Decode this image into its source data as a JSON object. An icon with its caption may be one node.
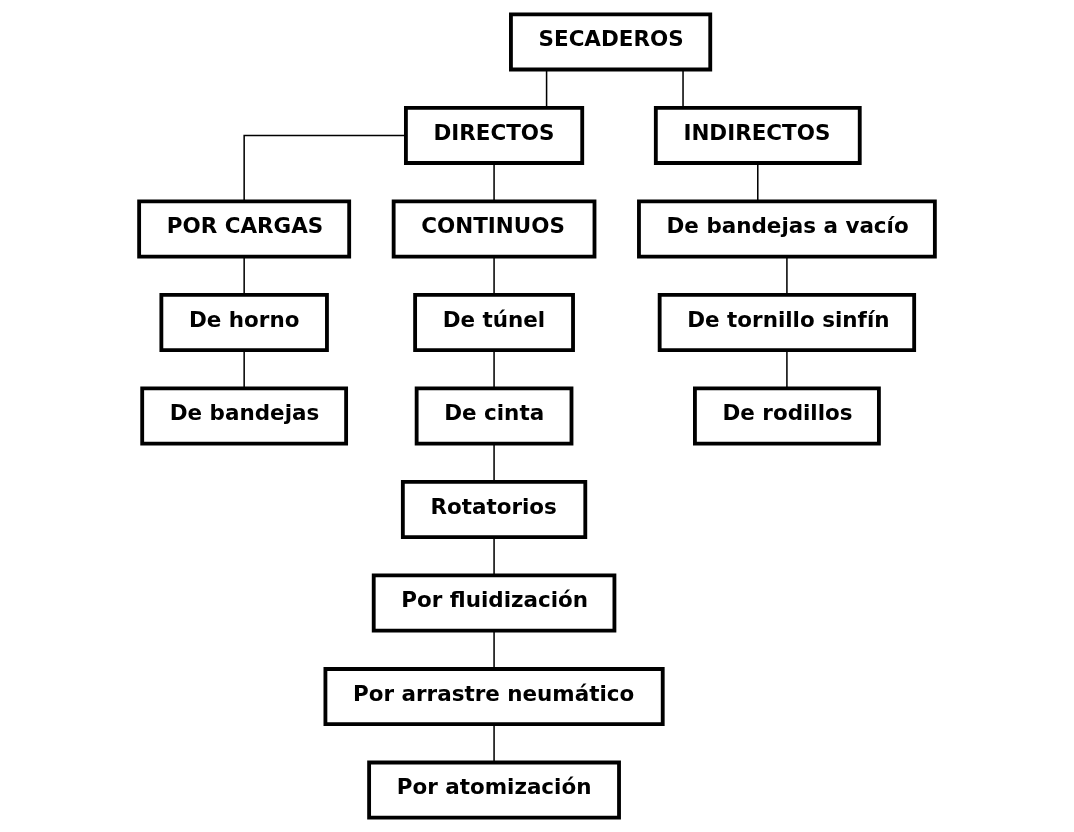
{
  "diagram": {
    "nodes": [
      {
        "text": [
          "SECADEROS"
        ]
      },
      {
        "text": [
          "DIRECTOS"
        ]
      },
      {
        "text": [
          "INDIRECTOS"
        ]
      },
      {
        "text": [
          "POR CARGAS"
        ]
      },
      {
        "text": [
          "CONTINUOS"
        ]
      },
      {
        "text": [
          "De horno"
        ]
      },
      {
        "text": [
          "De bandejas"
        ]
      },
      {
        "text": [
          "De túnel"
        ]
      },
      {
        "text": [
          "De cinta"
        ]
      },
      {
        "text": [
          "Rotatorios"
        ]
      },
      {
        "text": [
          "Por fluidización"
        ]
      },
      {
        "text": [
          "Por arrastre neumático"
        ]
      },
      {
        "text": [
          "Por atomización"
        ]
      },
      {
        "text": [
          "De bandejas a vacío"
        ]
      },
      {
        "text": [
          "De tornillo sinfín"
        ]
      },
      {
        "text": [
          "De rodillos"
        ]
      }
    ],
    "edges": [
      {
        "from": 0,
        "to": 1,
        "arrow": "none"
      },
      {
        "from": 0,
        "to": 2,
        "arrow": "none"
      },
      {
        "from": 1,
        "to": 3,
        "arrow": "none"
      },
      {
        "from": 1,
        "to": 4,
        "arrow": "none"
      },
      {
        "from": 3,
        "to": 5,
        "arrow": "none"
      },
      {
        "from": 5,
        "to": 6,
        "arrow": "none"
      },
      {
        "from": 4,
        "to": 7,
        "arrow": "none"
      },
      {
        "from": 7,
        "to": 8,
        "arrow": "none"
      },
      {
        "from": 8,
        "to": 9,
        "arrow": "none"
      },
      {
        "from": 9,
        "to": 10,
        "arrow": "none"
      },
      {
        "from": 10,
        "to": 11,
        "arrow": "none"
      },
      {
        "from": 11,
        "to": 12,
        "arrow": "none"
      },
      {
        "from": 2,
        "to": 13,
        "arrow": "none"
      },
      {
        "from": 13,
        "to": 14,
        "arrow": "none"
      },
      {
        "from": 14,
        "to": 15,
        "arrow": "none"
      }
    ]
  }
}
